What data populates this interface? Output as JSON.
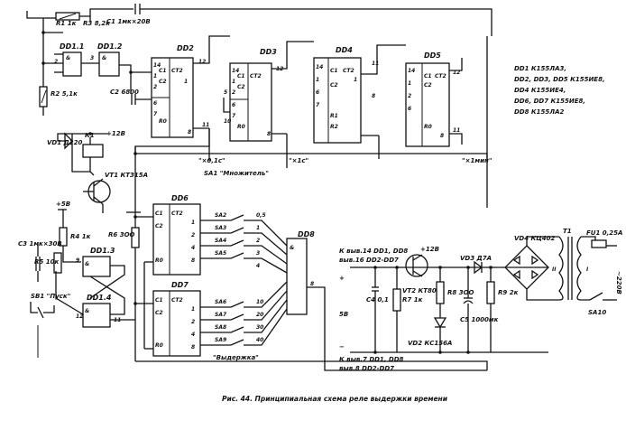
{
  "caption": "Рис. 44. Принципиальная схема реле выдержки времени",
  "chips": {
    "dd1_1": "DD1.1",
    "dd1_2": "DD1.2",
    "dd1_3": "DD1.3",
    "dd1_4": "DD1.4",
    "dd2": "DD2",
    "dd3": "DD3",
    "dd4": "DD4",
    "dd5": "DD5",
    "dd6": "DD6",
    "dd7": "DD7",
    "dd8": "DD8"
  },
  "chip_labels": {
    "ct": "СТ2",
    "c": "С1",
    "r": "R0"
  },
  "components": {
    "r1": "R1 1к",
    "r2": "R2 5,1к",
    "r3": "R3 8,2к",
    "c1": "С1 1мк×20В",
    "c2": "С2 6800",
    "c3": "С3 1мк×30В",
    "r4": "R4 1к",
    "r5": "R5 10к",
    "r6": "R6 3ОО",
    "r7": "R7 1к",
    "r8": "R8 3ОО",
    "r9": "R9 2к",
    "vd1": "VD1 Д220",
    "vd2": "VD2 КС156А",
    "vd3": "VD3 Д7А",
    "vd4": "VD4 КЦ402",
    "vt1": "VT1 КТ315А",
    "vt2": "VT2 КТ807",
    "k1": "К1",
    "t1": "Т1",
    "fu1": "FU1 0,25А",
    "c4": "С4 0,1",
    "c5": "С5 1000мк"
  },
  "switches": {
    "sa1": "SA1 \"Множитель\"",
    "sa2_9": "\"Выдержка\"",
    "sa10": "SA10",
    "sb1": "SB1 \"Пуск\"",
    "sa2": "SA2",
    "sa3": "SA3",
    "sa4": "SA4",
    "sa5": "SA5",
    "sa6": "SA6",
    "sa7": "SA7",
    "sa8": "SA8",
    "sa9": "SA9",
    "sel_0_5": "0,5",
    "sel_1": "1",
    "sel_2": "2",
    "sel_3": "3",
    "sel_4": "4",
    "sel_10": "10",
    "sel_20": "20",
    "sel_30": "30",
    "sel_40": "40",
    "mult_01": "\"×0,1с\"",
    "mult_1": "\"×1с\"",
    "mult_1m": "\"×1мин\""
  },
  "power": {
    "v12": "+12В",
    "v12b": "+12В",
    "v5": "+5В",
    "vin": "~220В",
    "out5": "5В",
    "pwr_plus": "К выв.14 DD1, DD8",
    "pwr_plus2": "выв.16 DD2-DD7",
    "pwr_minus": "К выв.7 DD1, DD8",
    "pwr_minus2": "выв.8 DD2-DD7"
  },
  "legend": {
    "l1": "DD1 К155ЛА3,",
    "l2": "DD2, DD3, DD5 К155ИЕ8,",
    "l3": "DD4 К155ИЕ4,",
    "l4": "DD6, DD7 К155ИЕ8,",
    "l5": "DD8 К155ЛА2"
  }
}
